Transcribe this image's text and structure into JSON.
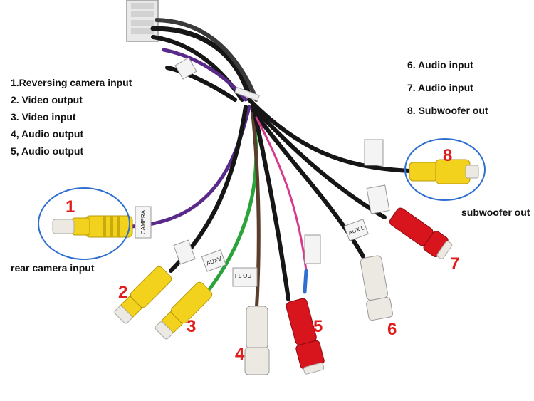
{
  "legend_left": [
    "1.Reversing camera input",
    "2. Video output",
    "3. Video input",
    "4, Audio output",
    "5, Audio output"
  ],
  "legend_right": [
    "6. Audio input",
    "7. Audio input",
    "8. Subwoofer out"
  ],
  "captions": {
    "rear_camera": "rear camera input",
    "subwoofer": "subwoofer out"
  },
  "numbers": {
    "n1": "1",
    "n2": "2",
    "n3": "3",
    "n4": "4",
    "n5": "5",
    "n6": "6",
    "n7": "7",
    "n8": "8"
  },
  "tags": {
    "camera": "CAMERA",
    "auxv": "AUXV",
    "flout": "FL OUT",
    "auxl": "AUX L"
  },
  "colors": {
    "yellow_plug": "#f2d21c",
    "red_plug": "#d8141c",
    "white_plug": "#ece9e2",
    "cable_black": "#161616",
    "cable_purple": "#5a2a8a",
    "cable_green": "#2aa33a",
    "cable_pink": "#d63a8c",
    "circle_blue": "#2f6fd0",
    "number_red": "#e21b1b"
  }
}
